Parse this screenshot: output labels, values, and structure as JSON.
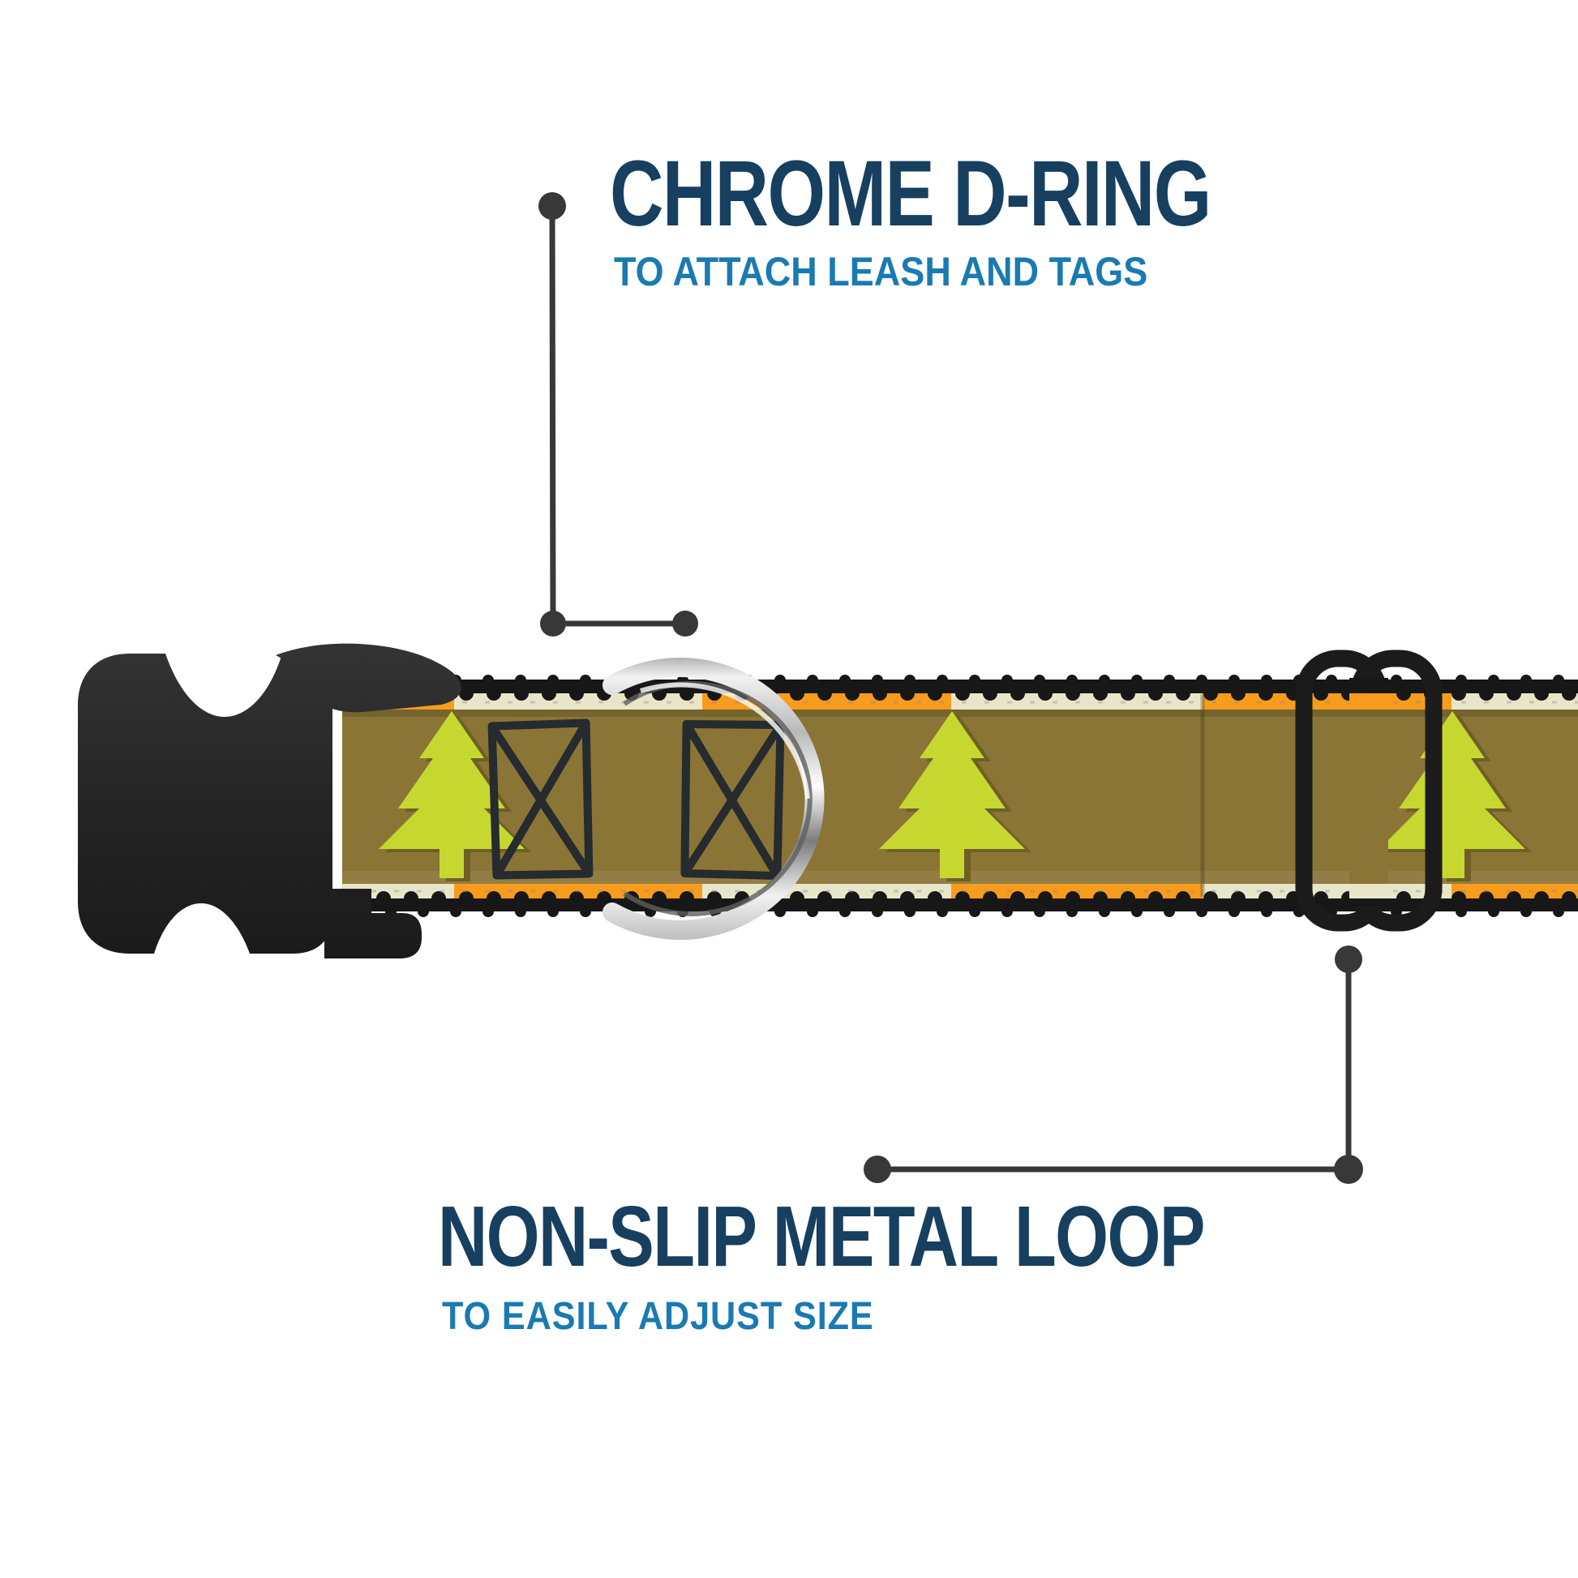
{
  "page": {
    "background": "#ffffff"
  },
  "annotations": {
    "d_ring": {
      "title": "CHROME D-RING",
      "subtitle": "TO ATTACH LEASH AND TAGS"
    },
    "metal_loop": {
      "title": "NON-SLIP METAL LOOP",
      "subtitle": "TO EASILY ADJUST SIZE"
    }
  },
  "colors": {
    "background": "#ffffff",
    "heading": "#173f5f",
    "subheading": "#1a7ab2",
    "callout": "#383838",
    "webbing_olive": "#8a7536",
    "webbing_orange": "#f79c1c",
    "webbing_cream": "#e9e5c9",
    "webbing_edge": "#171717",
    "tree_green": "#c6d830",
    "tree_shadow": "#6f5f26",
    "box_ink": "#252b2e",
    "buckle_dark": "#262626",
    "slider_black": "#1b1b1b",
    "chrome_light": "#f2f2f2",
    "chrome_mid": "#b9b9b9",
    "chrome_dark": "#7c7c7c"
  }
}
